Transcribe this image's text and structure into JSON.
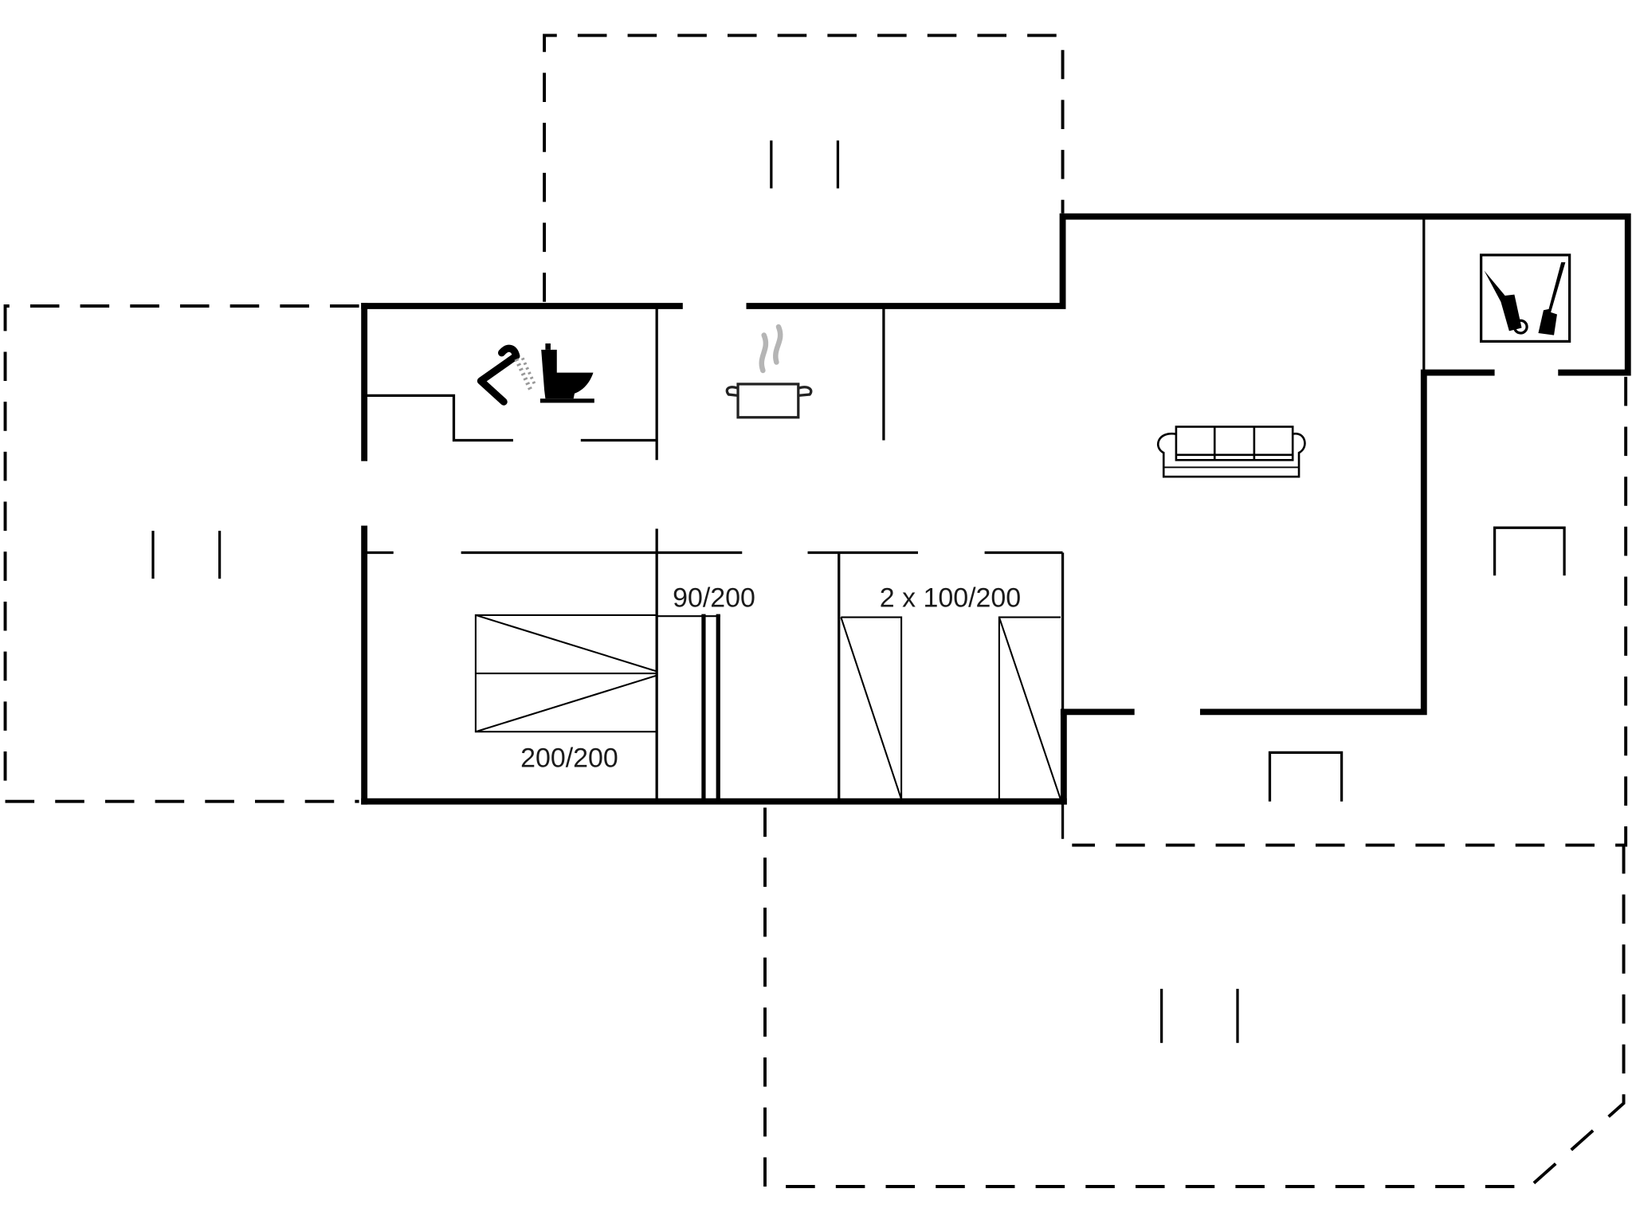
{
  "floorplan": {
    "title": "Holiday house floor plan",
    "colors": {
      "wall": "#000000",
      "background": "#ffffff",
      "steam": "#b5b5b5",
      "label": "#1a1a1a"
    },
    "bed_labels": {
      "double_bed": "200/200",
      "single_bed": "90/200",
      "twin_beds": "2 x 100/200"
    },
    "rooms": [
      {
        "id": "bathroom",
        "icons": [
          "shower-icon",
          "toilet-icon"
        ]
      },
      {
        "id": "kitchen",
        "icons": [
          "cooking-pot-icon"
        ]
      },
      {
        "id": "living-room",
        "icons": [
          "sofa-icon"
        ]
      },
      {
        "id": "utility-room",
        "icons": [
          "cleaning-tools-icon"
        ]
      },
      {
        "id": "bedroom-1",
        "bed": "200/200"
      },
      {
        "id": "bedroom-2",
        "bed": "90/200"
      },
      {
        "id": "bedroom-3",
        "bed": "2 x 100/200"
      }
    ],
    "outdoor_areas": [
      {
        "id": "terrace-north",
        "type": "dashed-outline"
      },
      {
        "id": "terrace-west",
        "type": "dashed-outline"
      },
      {
        "id": "terrace-south",
        "type": "dashed-outline"
      },
      {
        "id": "terrace-east",
        "type": "dashed-outline"
      }
    ]
  }
}
